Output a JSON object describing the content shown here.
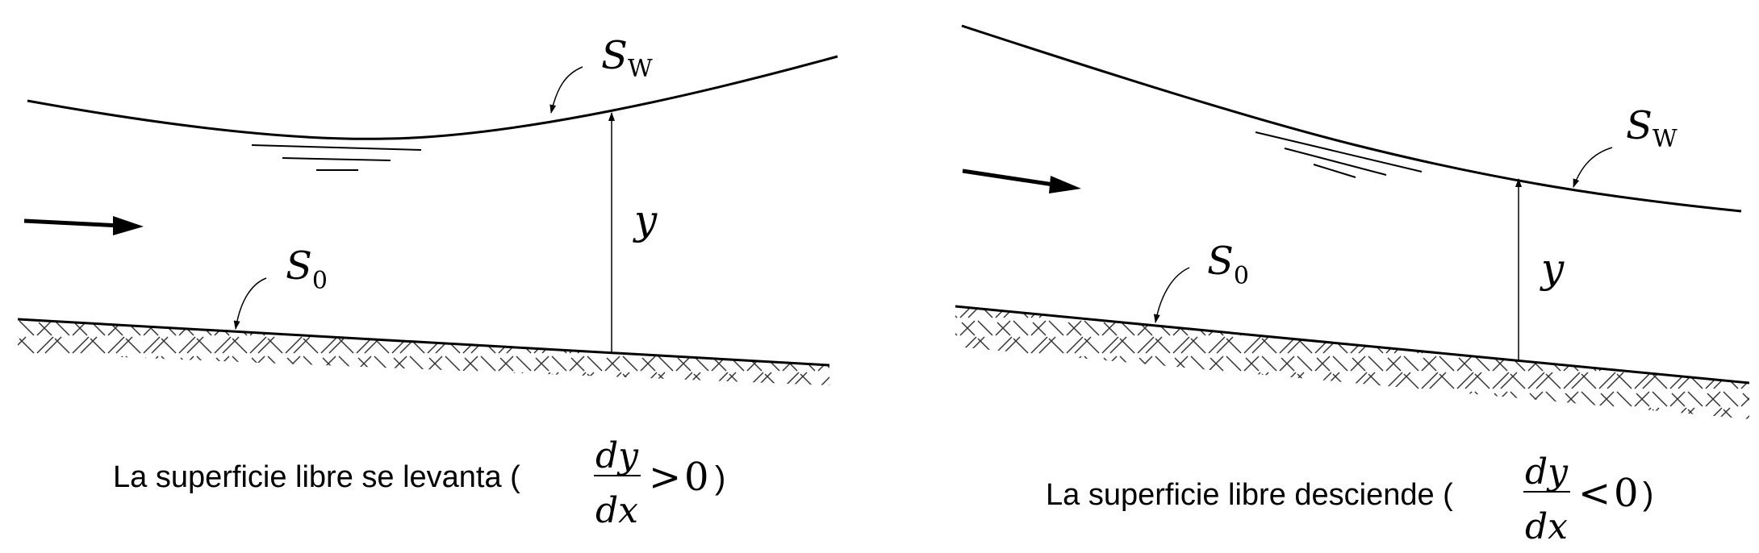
{
  "panels": [
    {
      "id": "rising",
      "water_symbol": {
        "letter": "S",
        "sub": "W"
      },
      "bed_symbol": {
        "letter": "S",
        "sub": "0"
      },
      "depth_symbol": "y",
      "caption": {
        "text": "La superficie libre se levanta (",
        "num": "dy",
        "den": "dx",
        "rel": ">",
        "rhs": "0",
        "close": ")"
      }
    },
    {
      "id": "falling",
      "water_symbol": {
        "letter": "S",
        "sub": "W"
      },
      "bed_symbol": {
        "letter": "S",
        "sub": "0"
      },
      "depth_symbol": "y",
      "caption": {
        "text": "La superficie libre desciende (",
        "num": "dy",
        "den": "dx",
        "rel": "<",
        "rhs": "0",
        "close": ")"
      }
    }
  ]
}
